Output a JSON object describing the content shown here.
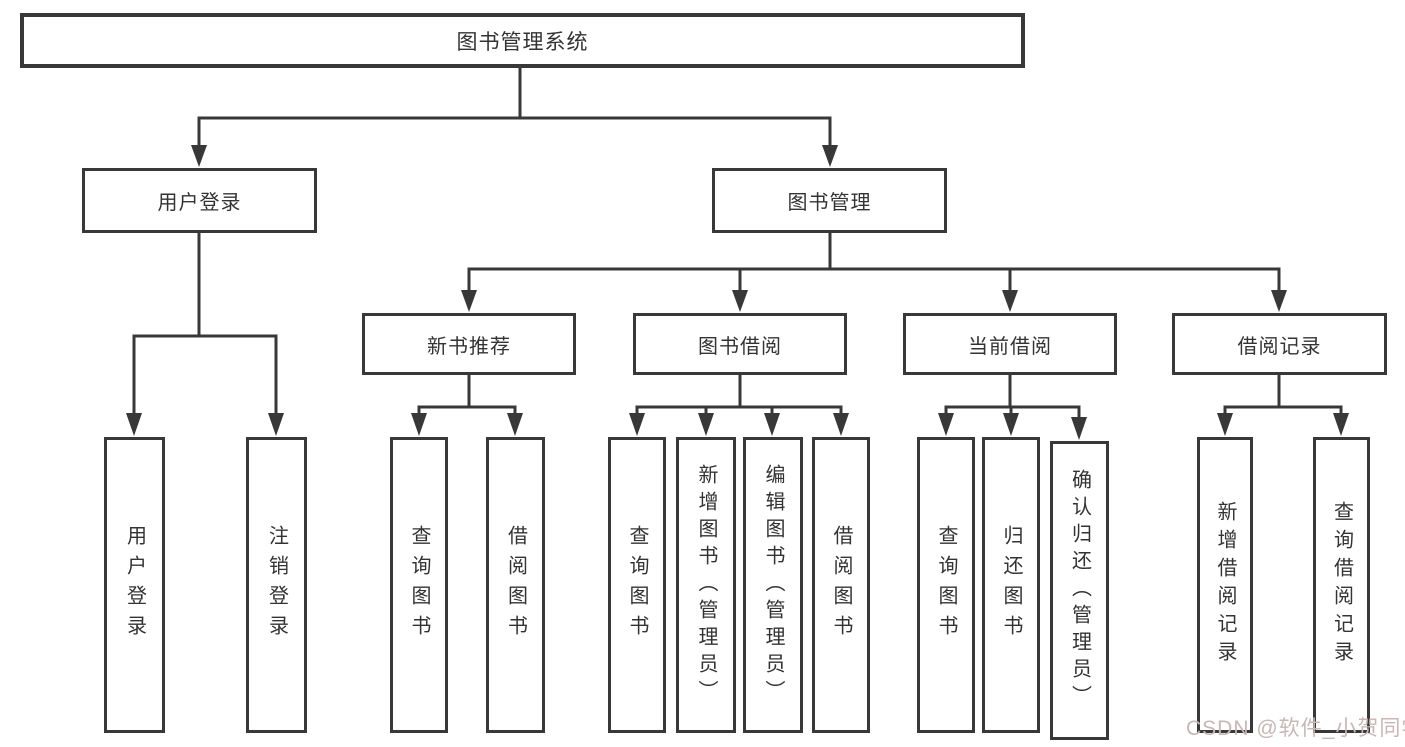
{
  "tree": {
    "root": {
      "label": "图书管理系统"
    },
    "level2": [
      {
        "label": "用户登录"
      },
      {
        "label": "图书管理"
      }
    ],
    "level3": [
      {
        "label": "新书推荐"
      },
      {
        "label": "图书借阅"
      },
      {
        "label": "当前借阅"
      },
      {
        "label": "借阅记录"
      }
    ],
    "leaves": {
      "user_login": [
        {
          "label": "用户登录"
        },
        {
          "label": "注销登录"
        }
      ],
      "new_books": [
        {
          "label": "查询图书"
        },
        {
          "label": "借阅图书"
        }
      ],
      "book_borrow": [
        {
          "label": "查询图书"
        },
        {
          "label": "新增图书（管理员）"
        },
        {
          "label": "编辑图书（管理员）"
        },
        {
          "label": "借阅图书"
        }
      ],
      "current_borrow": [
        {
          "label": "查询图书"
        },
        {
          "label": "归还图书"
        },
        {
          "label": "确认归还（管理员）"
        }
      ],
      "borrow_records": [
        {
          "label": "新增借阅记录"
        },
        {
          "label": "查询借阅记录"
        }
      ]
    }
  },
  "watermark": {
    "text": "CSDN @软件_小贺同学"
  },
  "colors": {
    "line": "#383838",
    "box_border": "#383838",
    "text": "#333333",
    "watermark": "#c9b6b6",
    "background": "#ffffff"
  }
}
